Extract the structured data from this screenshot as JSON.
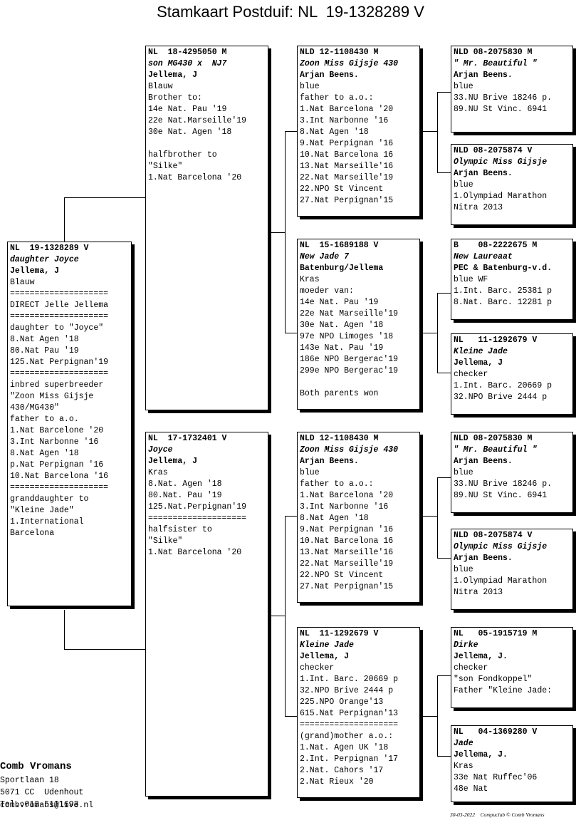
{
  "title": "Stamkaart Postduif: NL  19-1328289 V",
  "subject": {
    "ring": "NL  19-1328289 V",
    "name": "daughter Joyce",
    "breeder": "Jellema, J",
    "color": "Blauw",
    "lines": [
      "====================",
      "DIRECT Jelle Jellema",
      "====================",
      "daughter to \"Joyce\"",
      "8.Nat Agen '18",
      "80.Nat Pau '19",
      "125.Nat Perpignan'19",
      "====================",
      "inbred superbreeder",
      "\"Zoon Miss Gijsje",
      "430/MG430\"",
      "father to a.o.",
      "1.Nat Barcelone '20",
      "3.Int Narbonne '16",
      "8.Nat Agen '18",
      "p.Nat Perpignan '16",
      "10.Nat Barcelona '16",
      "====================",
      "granddaughter to",
      "\"Kleine Jade\"",
      "1.International",
      "Barcelona"
    ]
  },
  "sire": {
    "ring": "NL  18-4295050 M",
    "name": "son MG430 x  NJ7",
    "breeder": "Jellema, J",
    "color": "Blauw",
    "lines": [
      "Brother to:",
      "14e Nat. Pau '19",
      "22e Nat.Marseille'19",
      "30e Nat. Agen '18",
      "",
      "halfbrother to",
      "\"Silke\"",
      "1.Nat Barcelona '20"
    ]
  },
  "dam": {
    "ring": "NL  17-1732401 V",
    "name": "Joyce",
    "breeder": "Jellema, J",
    "color": "Kras",
    "lines": [
      "8.Nat. Agen '18",
      "80.Nat. Pau '19",
      "125.Nat.Perpignan'19",
      "====================",
      "halfsister to",
      "\"Silke\"",
      "1.Nat Barcelona '20"
    ]
  },
  "ss": {
    "ring": "NLD 12-1108430 M",
    "name": "Zoon Miss Gijsje 430",
    "breeder": "Arjan Beens.",
    "color": "blue",
    "lines": [
      "father to a.o.:",
      "1.Nat Barcelona '20",
      "3.Int Narbonne '16",
      "8.Nat Agen '18",
      "9.Nat Perpignan '16",
      "10.Nat Barcelona 16",
      "13.Nat Marseille'16",
      "22.Nat Marseille'19",
      "22.NPO St Vincent",
      "27.Nat Perpignan'15"
    ]
  },
  "sd": {
    "ring": "NL  15-1689188 V",
    "name": "New Jade 7",
    "breeder": "Batenburg/Jellema",
    "color": "Kras",
    "lines": [
      "moeder van:",
      "14e Nat. Pau '19",
      "22e Nat Marseille'19",
      "30e Nat. Agen '18",
      "97e NPO Limoges '18",
      "143e Nat. Pau '19",
      "186e NPO Bergerac'19",
      "299e NPO Bergerac'19",
      "",
      "Both parents won"
    ]
  },
  "ds": {
    "ring": "NLD 12-1108430 M",
    "name": "Zoon Miss Gijsje 430",
    "breeder": "Arjan Beens.",
    "color": "blue",
    "lines": [
      "father to a.o.:",
      "1.Nat Barcelona '20",
      "3.Int Narbonne '16",
      "8.Nat Agen '18",
      "9.Nat Perpignan '16",
      "10.Nat Barcelona 16",
      "13.Nat Marseille'16",
      "22.Nat Marseille'19",
      "22.NPO St Vincent",
      "27.Nat Perpignan'15"
    ]
  },
  "dd": {
    "ring": "NL  11-1292679 V",
    "name": "Kleine Jade",
    "breeder": "Jellema, J",
    "color": "checker",
    "lines": [
      "1.Int. Barc. 20669 p",
      "32.NPO Brive 2444 p",
      "225.NPO Orange'13",
      "615.Nat Perpignan'13",
      "====================",
      "(grand)mother a.o.:",
      "1.Nat. Agen UK '18",
      "2.Int. Perpignan '17",
      "2.Nat. Cahors '17",
      "2.Nat Rieux '20"
    ]
  },
  "sss": {
    "ring": "NLD 08-2075830 M",
    "name": "\" Mr. Beautiful \"",
    "breeder": "Arjan Beens.",
    "color": "blue",
    "lines": [
      "33.NU Brive 18246 p.",
      "89.NU St Vinc. 6941"
    ]
  },
  "ssd": {
    "ring": "NLD 08-2075874 V",
    "name": "Olympic Miss Gijsje",
    "breeder": "Arjan Beens.",
    "color": "blue",
    "lines": [
      "1.Olympiad Marathon",
      "Nitra 2013"
    ]
  },
  "sds": {
    "ring": "B    08-2222675 M",
    "name": "New Laureaat",
    "breeder": "PEC & Batenburg-v.d.",
    "color": "blue WF",
    "lines": [
      "1.Int. Barc. 25381 p",
      "8.Nat. Barc. 12281 p"
    ]
  },
  "sdd": {
    "ring": "NL   11-1292679 V",
    "name": "Kleine Jade",
    "breeder": "Jellema, J",
    "color": "checker",
    "lines": [
      "1.Int. Barc. 20669 p",
      "32.NPO Brive 2444 p"
    ]
  },
  "dss": {
    "ring": "NLD 08-2075830 M",
    "name": "\" Mr. Beautiful \"",
    "breeder": "Arjan Beens.",
    "color": "blue",
    "lines": [
      "33.NU Brive 18246 p.",
      "89.NU St Vinc. 6941"
    ]
  },
  "dsd": {
    "ring": "NLD 08-2075874 V",
    "name": "Olympic Miss Gijsje",
    "breeder": "Arjan Beens.",
    "color": "blue",
    "lines": [
      "1.Olympiad Marathon",
      "Nitra 2013"
    ]
  },
  "dds": {
    "ring": "NL   05-1915719 M",
    "name": "Dirke",
    "breeder": "Jellema, J.",
    "color": "checker",
    "lines": [
      "\"son Fondkoppel\"",
      "Father \"Kleine Jade:"
    ]
  },
  "ddd": {
    "ring": "NL   04-1369280 V",
    "name": "Jade",
    "breeder": "Jellema, J.",
    "color": "Kras",
    "lines": [
      "33e Nat Ruffec'06",
      "48e Nat"
    ]
  },
  "owner": {
    "name": "Comb Vromans",
    "address1": "Sportlaan 18",
    "address2": "5071 CC  Udenhout",
    "phone": "Tel.:013-5111693",
    "email": "combvromans@live.nl"
  },
  "footer": "30-03-2022    Compuclub © Comb Vromans"
}
